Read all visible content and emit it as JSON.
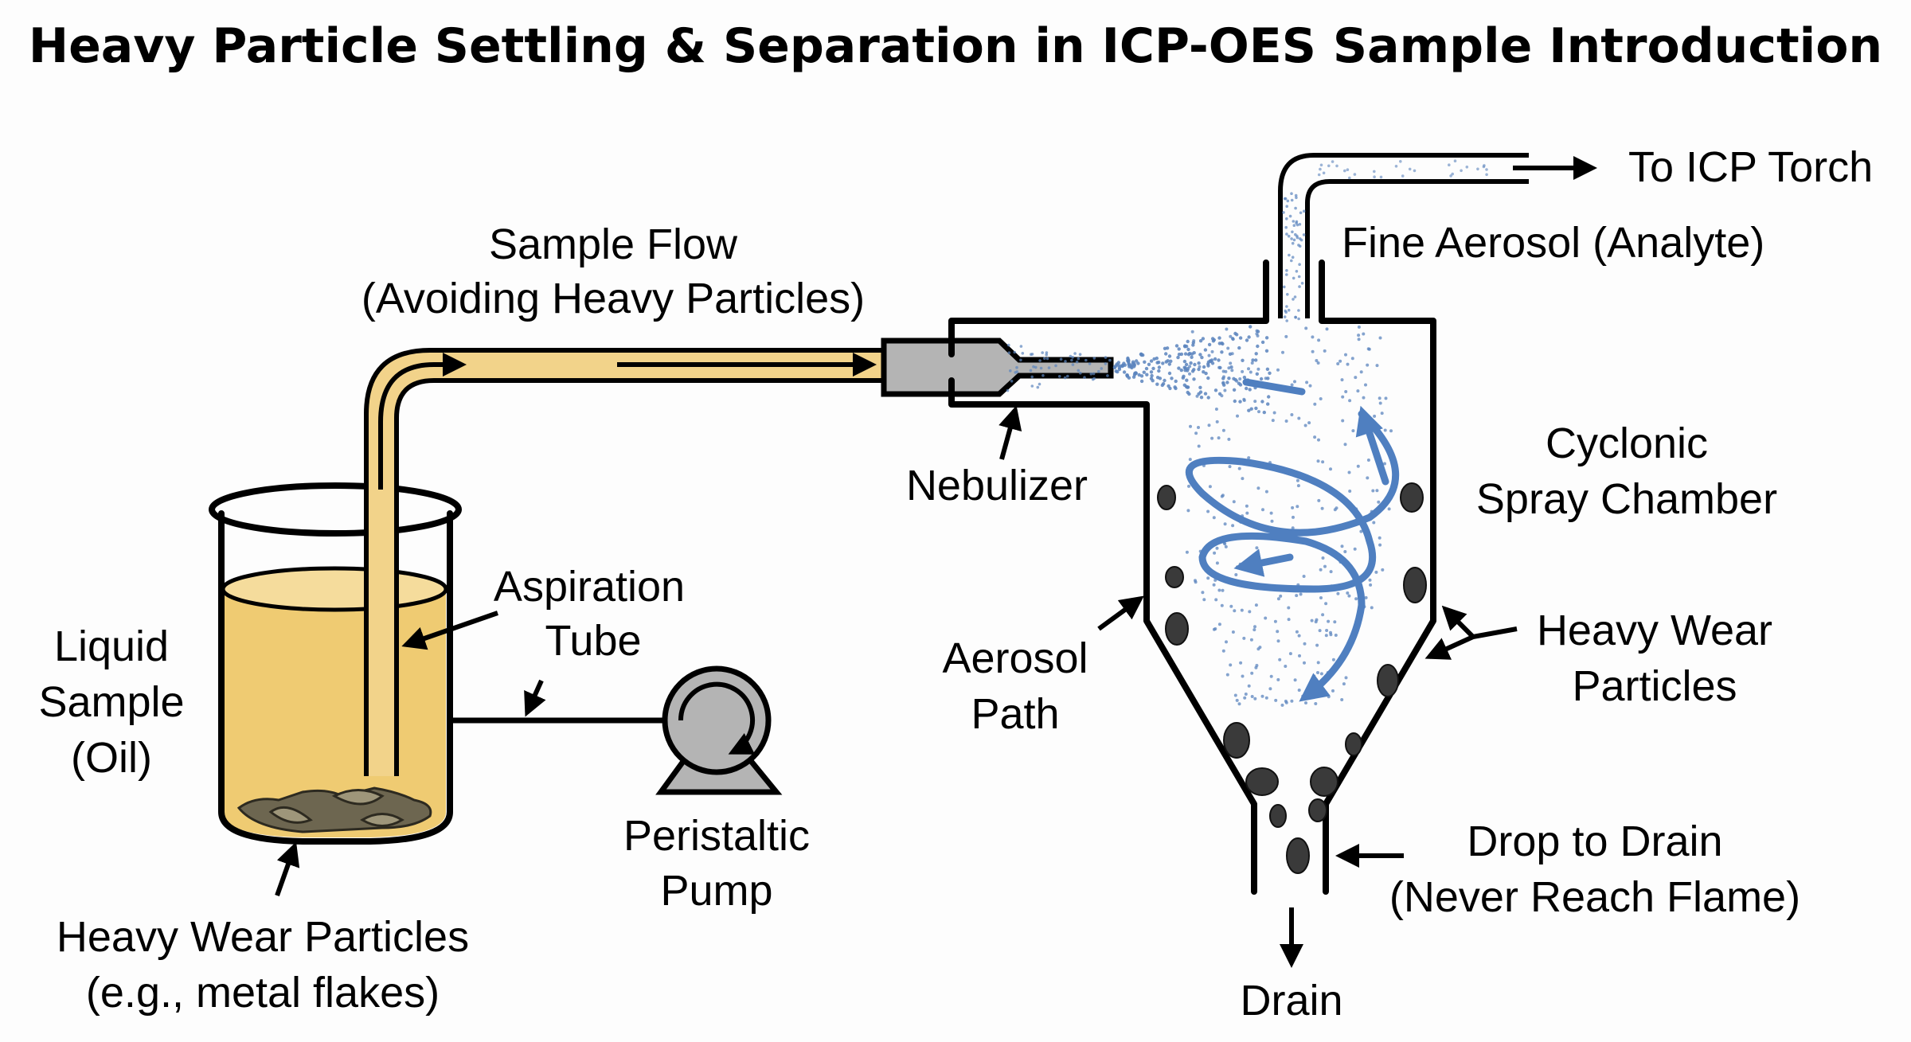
{
  "title": "Heavy Particle Settling & Separation in ICP-OES Sample Introduction",
  "colors": {
    "oil": "#efcb72",
    "aerosol_blue": "#4f7fc0",
    "nebulizer_grey": "#b4b4b4",
    "particle_dark": "#3a3a3a"
  },
  "labels": {
    "sample_flow": [
      "Sample Flow",
      "(Avoiding Heavy Particles)"
    ],
    "liquid_sample": [
      "Liquid",
      "Sample",
      "(Oil)"
    ],
    "aspiration_tube": [
      "Aspiration",
      "Tube"
    ],
    "heavy_wear_beaker": [
      "Heavy Wear Particles",
      "(e.g., metal flakes)"
    ],
    "peristaltic_pump": [
      "Peristaltic",
      "Pump"
    ],
    "nebulizer": "Nebulizer",
    "to_icp_torch": "To ICP Torch",
    "fine_aerosol": "Fine Aerosol (Analyte)",
    "cyclonic_chamber": [
      "Cyclonic",
      "Spray Chamber"
    ],
    "aerosol_path": [
      "Aerosol",
      "Path"
    ],
    "heavy_wear_chamber": [
      "Heavy Wear",
      "Particles"
    ],
    "drop_to_drain": [
      "Drop to Drain",
      "(Never Reach Flame)"
    ],
    "drain": "Drain"
  }
}
